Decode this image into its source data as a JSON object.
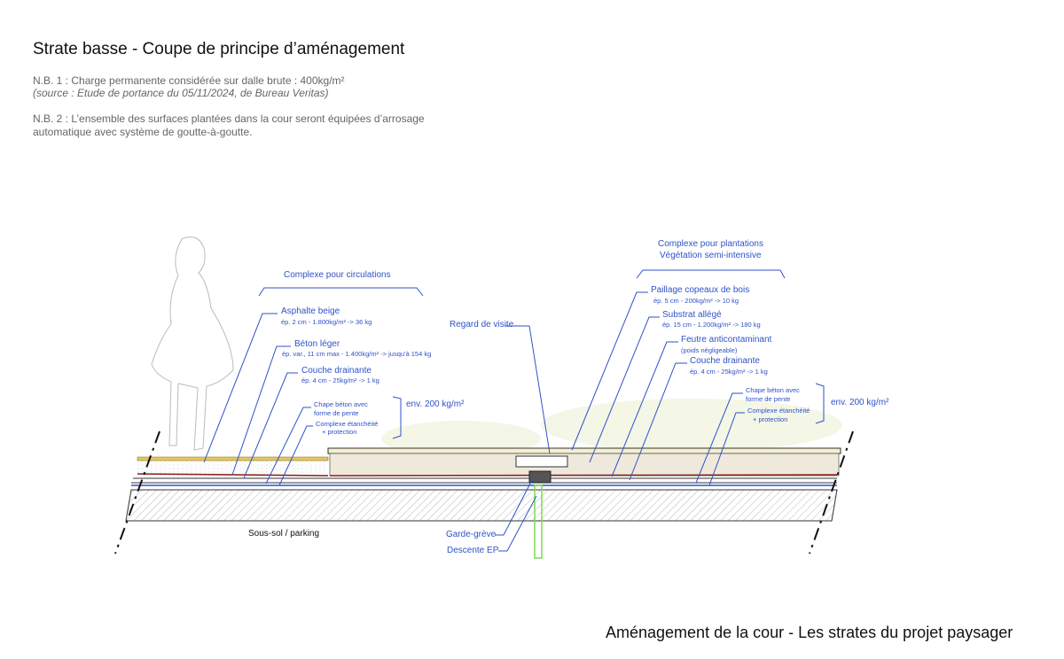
{
  "title": "Strate basse - Coupe de principe d’aménagement",
  "notes": {
    "nb1": "N.B. 1 : Charge permanente considérée sur dalle brute : 400kg/m²",
    "nb1_source": "(source : Etude de portance du 05/11/2024, de Bureau Veritas)",
    "nb2_line1": "N.B. 2 : L’ensemble des surfaces plantées dans la cour seront équipées d’arrosage",
    "nb2_line2": "automatique avec système de goutte-à-goutte."
  },
  "circulation": {
    "heading": "Complexe pour circulations",
    "layers": [
      {
        "name": "Asphalte beige",
        "detail": "ép. 2 cm - 1.800kg/m² -> 36 kg"
      },
      {
        "name": "Béton léger",
        "detail": "ép. var., 11 cm max - 1.400kg/m² -> jusqu'à 154 kg"
      },
      {
        "name": "Couche drainante",
        "detail": "ép. 4 cm - 25kg/m² -> 1 kg"
      }
    ],
    "chape_1": "Chape béton avec",
    "chape_2": "forme de pente",
    "etanch_1": "Complexe étanchéité",
    "etanch_2": "+ protection",
    "env": "env.  200 kg/m²"
  },
  "regard": "Regard de visite",
  "plantation": {
    "heading_1": "Complexe pour plantations",
    "heading_2": "Végétation semi-intensive",
    "layers": [
      {
        "name": "Paillage copeaux de bois",
        "detail": "ép. 5 cm - 200kg/m² -> 10 kg"
      },
      {
        "name": "Substrat allégé",
        "detail": "ép. 15 cm - 1.200kg/m² -> 180 kg"
      },
      {
        "name": "Feutre anticontaminant",
        "detail": "(poids négligeable)"
      },
      {
        "name": "Couche drainante",
        "detail": "ép. 4 cm - 25kg/m² -> 1 kg"
      }
    ],
    "chape_1": "Chape béton avec",
    "chape_2": "forme de pente",
    "etanch_1": "Complexe étanchéité",
    "etanch_2": "+ protection",
    "env": "env.  200 kg/m²"
  },
  "basement": "Sous-sol / parking",
  "garde_greve": "Garde-grève",
  "descente": "Descente EP",
  "footer": "Aménagement de la cour - Les strates du projet paysager",
  "colors": {
    "annotation": "#2f52c8",
    "membrane": "#8b1a1a",
    "drain": "#7ed957"
  }
}
